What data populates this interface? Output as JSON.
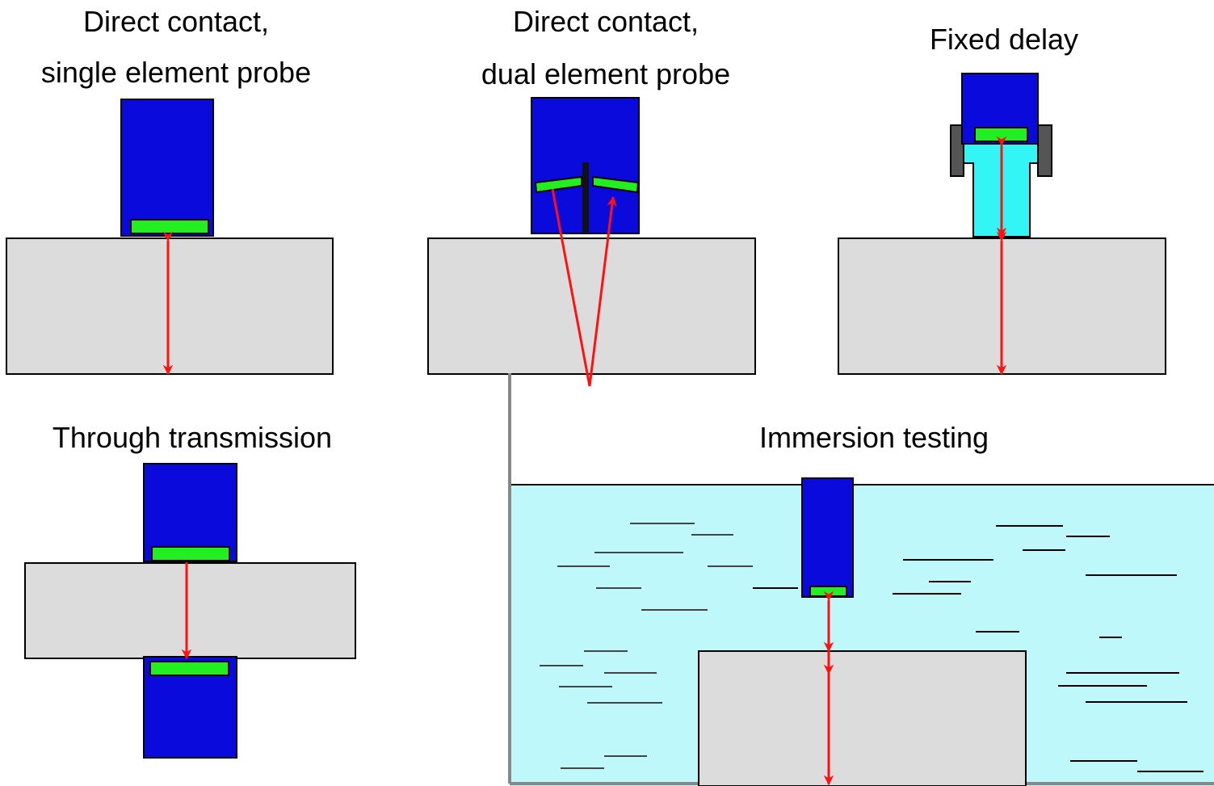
{
  "panels": {
    "single_element": {
      "title_line1": "Direct contact,",
      "title_line2": "single element probe"
    },
    "dual_element": {
      "title_line1": "Direct contact,",
      "title_line2": "dual element probe"
    },
    "fixed_delay": {
      "title": "Fixed delay"
    },
    "through_transmission": {
      "title": "Through transmission"
    },
    "immersion": {
      "title": "Immersion testing"
    }
  },
  "colors": {
    "probe_body": "#0a0adc",
    "crystal_element": "#22ee22",
    "test_specimen": "#dcdcdc",
    "sound_path": "#ff1111",
    "delay_line": "#33f5f5",
    "probe_holder": "#555555",
    "immersion_water": "#bff8fa",
    "outline": "#000000"
  }
}
